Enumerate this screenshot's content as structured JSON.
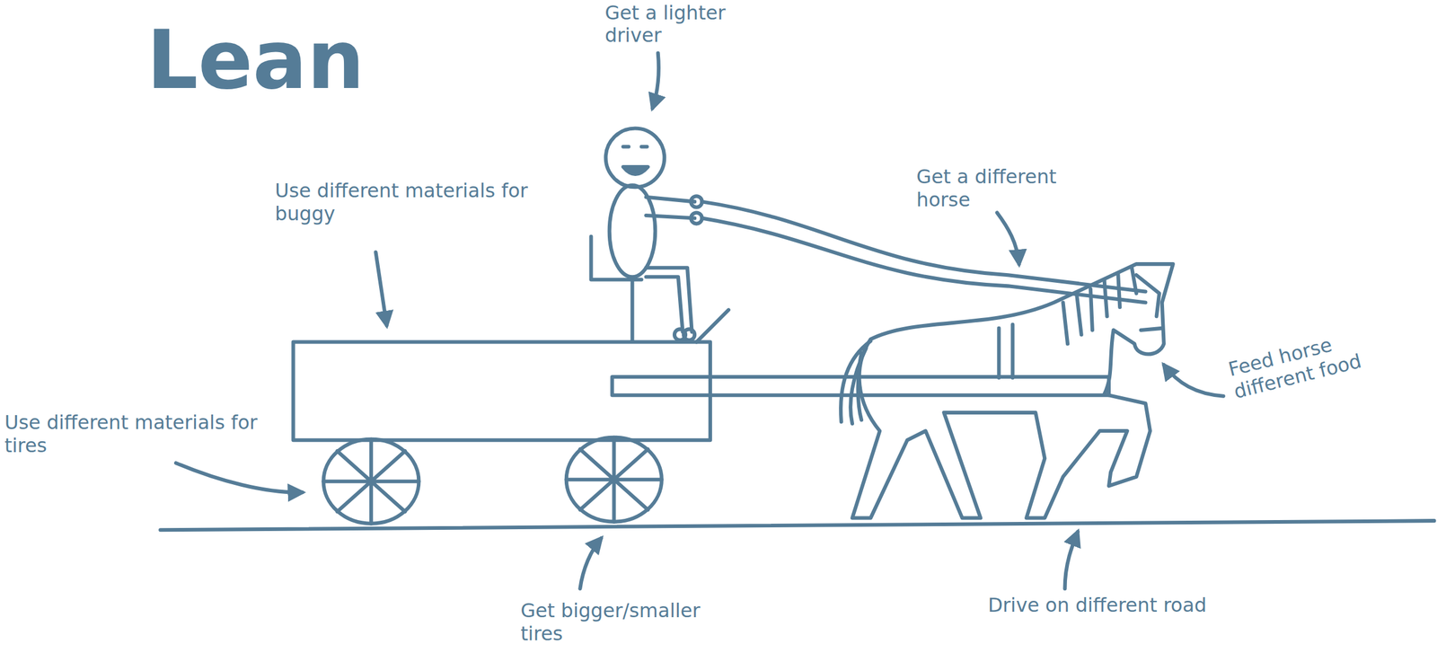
{
  "diagram": {
    "title": "Lean",
    "labels": [
      "Get a lighter driver",
      "Use different materials for buggy",
      "Get a different horse",
      "Use different materials for tires",
      "Feed horse different food",
      "Get bigger/smaller tires",
      "Drive on different road"
    ]
  }
}
